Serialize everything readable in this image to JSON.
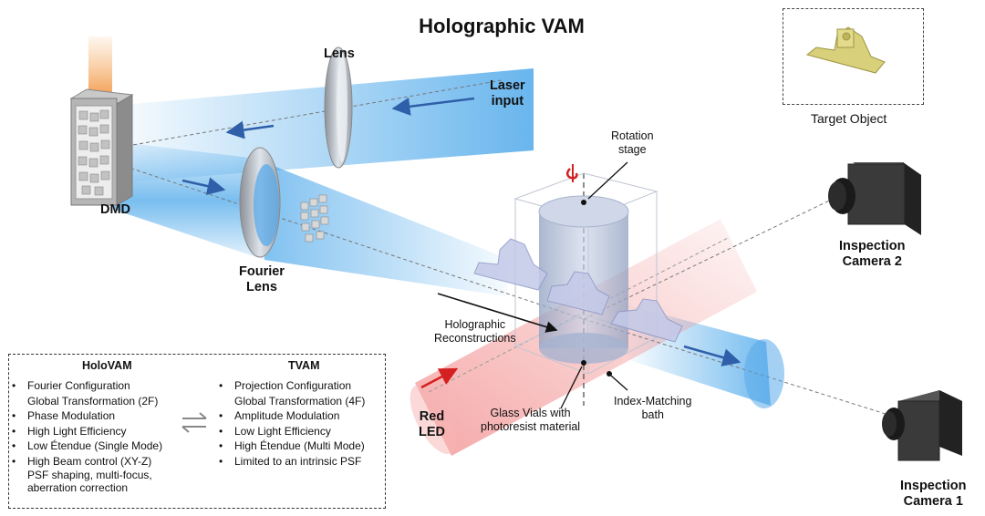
{
  "title": "Holographic VAM",
  "labels": {
    "lens": "Lens",
    "laser_input": [
      "Laser",
      "input"
    ],
    "dmd": "DMD",
    "fourier_lens": [
      "Fourier",
      "Lens"
    ],
    "rotation_stage": [
      "Rotation",
      "stage"
    ],
    "target_object": "Target Object",
    "inspection_camera_2": [
      "Inspection",
      "Camera 2"
    ],
    "inspection_camera_1": [
      "Inspection",
      "Camera 1"
    ],
    "holographic_reconstructions": [
      "Holographic",
      "Reconstructions"
    ],
    "red_led": [
      "Red",
      "LED"
    ],
    "glass_vials": [
      "Glass Vials with",
      "photoresist material"
    ],
    "index_matching": [
      "Index-Matching",
      "bath"
    ]
  },
  "comparison": {
    "left": {
      "heading": "HoloVAM",
      "items": [
        "Fourier Configuration",
        "Global Transformation (2F)",
        "Phase Modulation",
        "High Light Efficiency",
        "Low Étendue (Single Mode)",
        "High Beam control (XY-Z)",
        "PSF shaping, multi-focus,",
        "aberration correction"
      ]
    },
    "right": {
      "heading": "TVAM",
      "items": [
        "Projection Configuration",
        "Global Transformation (4F)",
        "Amplitude Modulation",
        "Low Light Efficiency",
        "High Étendue (Multi Mode)",
        "Limited to an intrinsic PSF"
      ]
    }
  },
  "colors": {
    "beam_blue": "#3a9fe8",
    "led_red": "#f28b8b",
    "arrow_blue": "#2f5fa8",
    "arrow_red": "#d42020",
    "camera_dark": "#2e2e2e",
    "boat_yellow": "#d8d07a",
    "vial": "#9fb0cc"
  },
  "icons": {
    "swap": "exchange-arrows-icon"
  }
}
